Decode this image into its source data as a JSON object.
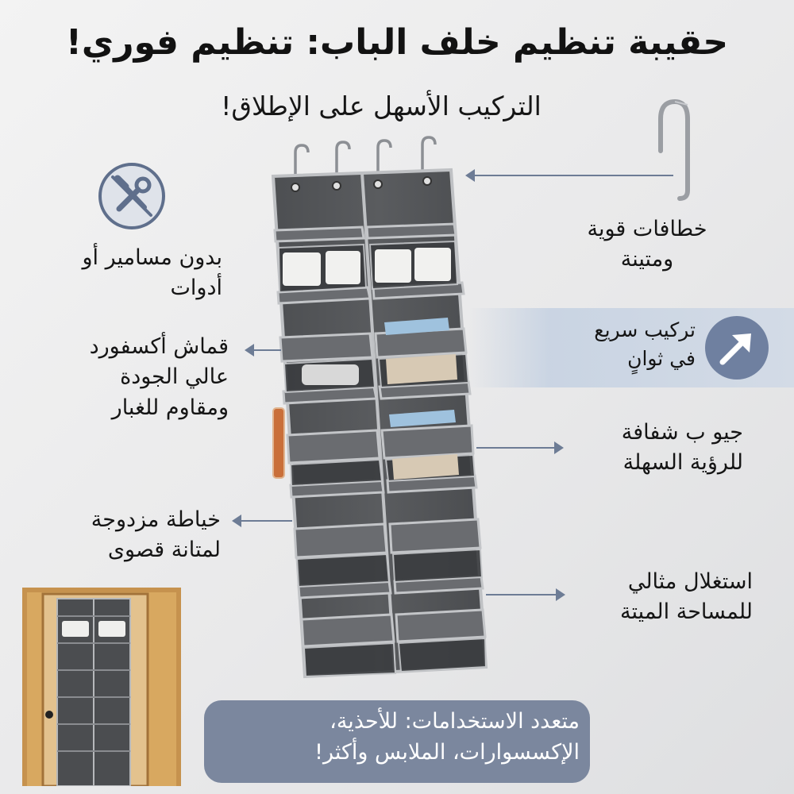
{
  "header": {
    "title": "حقيبة تنظيم خلف الباب: تنظيم فوري!",
    "subtitle": "التركيب الأسهل على الإطلاق!"
  },
  "features": {
    "no_tools": [
      "بدون مسامير أو",
      "أدوات"
    ],
    "oxford": [
      "قماش أكسفورد",
      "عالي الجودة",
      "ومقاوم للغبار"
    ],
    "stitching": [
      "خياطة مزدوجة",
      "لمتانة قصوى"
    ],
    "hooks": [
      "خطافات قوية",
      "ومتينة"
    ],
    "quick": [
      "تركيب سريع",
      "في ثوانٍ"
    ],
    "pockets": [
      "جيو ب شفافة",
      "للرؤية السهلة"
    ],
    "space": [
      "استغلال مثالي",
      "للمساحة الميتة"
    ]
  },
  "banner": {
    "lines": [
      "متعدد الاستخدامات: للأحذية،",
      "الإكسسوارات، الملابس وأكثر!"
    ]
  },
  "icons": {
    "tools": "no-tools-icon",
    "quick": "arrow-up-right-icon",
    "hook": "door-hook-icon"
  },
  "colors": {
    "accent": "#6f80a0",
    "organizer_fabric": "#545659",
    "banner_bg": "#7b879e"
  }
}
